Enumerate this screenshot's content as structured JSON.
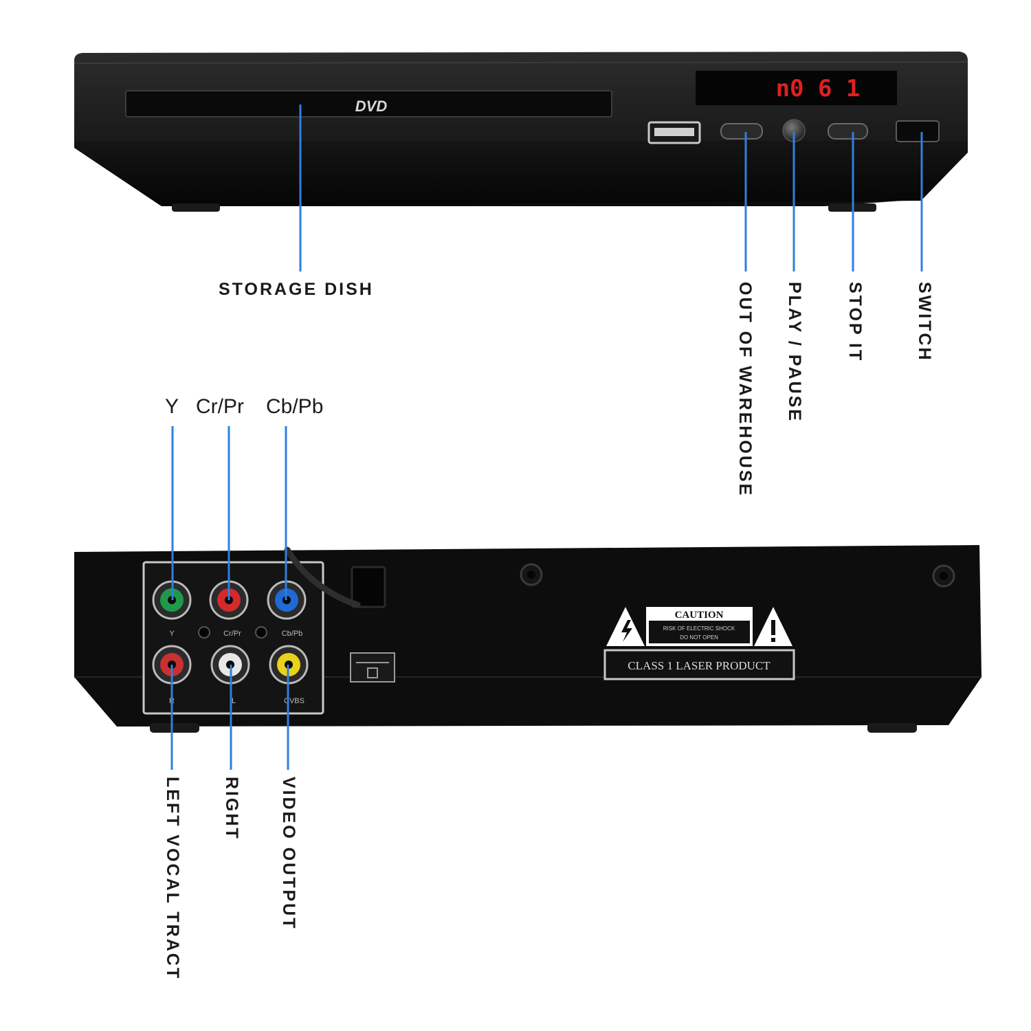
{
  "front_panel": {
    "brand_logo": "DVD",
    "display_readout": "n0 6 1",
    "labels": {
      "storage_dish": "STORAGE DISH",
      "out_of_warehouse": "OUT OF WAREHOUSE",
      "play_pause": "PLAY / PAUSE",
      "stop_it": "STOP IT",
      "switch": "SWITCH"
    }
  },
  "rear_panel": {
    "component_labels": {
      "y": "Y",
      "cr_pr": "Cr/Pr",
      "cb_pb": "Cb/Pb"
    },
    "jack_small_labels": {
      "y": "Y",
      "cr": "Cr/Pr",
      "cb": "Cb/Pb",
      "r": "R",
      "l": "L",
      "cvbs": "CVBS"
    },
    "output_labels": {
      "left_vocal_tract": "LEFT VOCAL TRACT",
      "right": "RIGHT",
      "video_output": "VIDEO OUTPUT"
    },
    "caution_sticker": {
      "title": "CAUTION",
      "line1": "RISK OF ELECTRIC SHOCK",
      "line2": "DO NOT OPEN",
      "class_label": "CLASS 1 LASER PRODUCT"
    },
    "jack_colors": {
      "y": "#1f9a4a",
      "cr": "#d42a2a",
      "cb": "#1f6ad4",
      "left": "#c93030",
      "right": "#e8e8e8",
      "video": "#e8d21a"
    }
  },
  "colors": {
    "leader_line": "#2f7fe0",
    "display_led": "#e02020",
    "chassis": "#111111"
  }
}
